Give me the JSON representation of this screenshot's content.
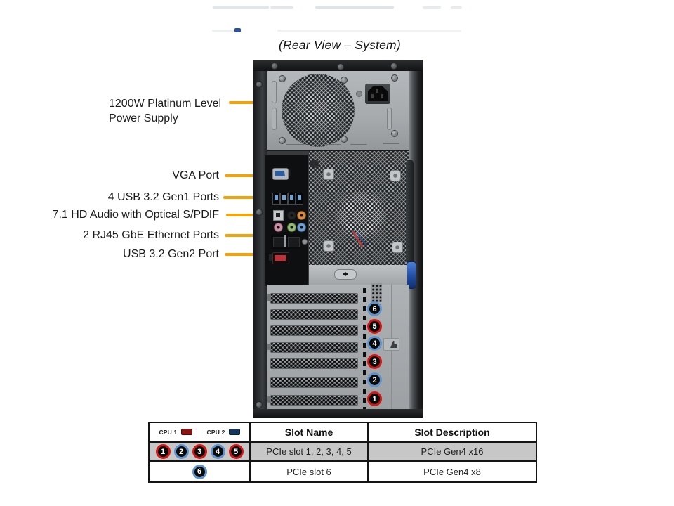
{
  "figure": {
    "title": "(Rear View – System)"
  },
  "callouts": {
    "psu": {
      "line1": "1200W Platinum Level",
      "line2": "Power Supply"
    },
    "vga": "VGA Port",
    "usb_gen1": "4 USB 3.2 Gen1 Ports",
    "audio": "7.1 HD Audio with Optical S/PDIF",
    "lan": "2 RJ45 GbE Ethernet Ports",
    "usb_gen2": "USB 3.2 Gen2 Port"
  },
  "chassis": {
    "slot_badges": [
      {
        "number": "6",
        "cpu": "CPU 2"
      },
      {
        "number": "5",
        "cpu": "CPU 1"
      },
      {
        "number": "4",
        "cpu": "CPU 2"
      },
      {
        "number": "3",
        "cpu": "CPU 1"
      },
      {
        "number": "2",
        "cpu": "CPU 2"
      },
      {
        "number": "1",
        "cpu": "CPU 1"
      }
    ],
    "icons": [
      "psu-fan-vent",
      "ac-power-inlet",
      "vga-port",
      "usb3-gen1-ports",
      "optical-spdif",
      "audio-jacks",
      "rj45-ports",
      "usb3-gen2-port",
      "rear-fan-grille",
      "pci-slot-covers",
      "release-latch"
    ]
  },
  "table": {
    "legend": {
      "cpu1": "CPU 1",
      "cpu2": "CPU 2"
    },
    "headers": {
      "slot_name": "Slot Name",
      "slot_description": "Slot Description"
    },
    "rows": [
      {
        "badges": [
          "1",
          "2",
          "3",
          "4",
          "5"
        ],
        "name": "PCIe slot 1, 2, 3, 4, 5",
        "description": "PCIe Gen4 x16"
      },
      {
        "badges": [
          "6"
        ],
        "name": "PCIe slot 6",
        "description": "PCIe Gen4 x8"
      }
    ]
  },
  "colors": {
    "callout_line": "#F2A308",
    "cpu1_swatch": "#8D1212",
    "cpu2_swatch": "#16365C",
    "badge_ring_cpu1": "#D31717",
    "badge_ring_cpu2": "#5F93CC",
    "table_row_highlight": "#C7C7C7"
  }
}
